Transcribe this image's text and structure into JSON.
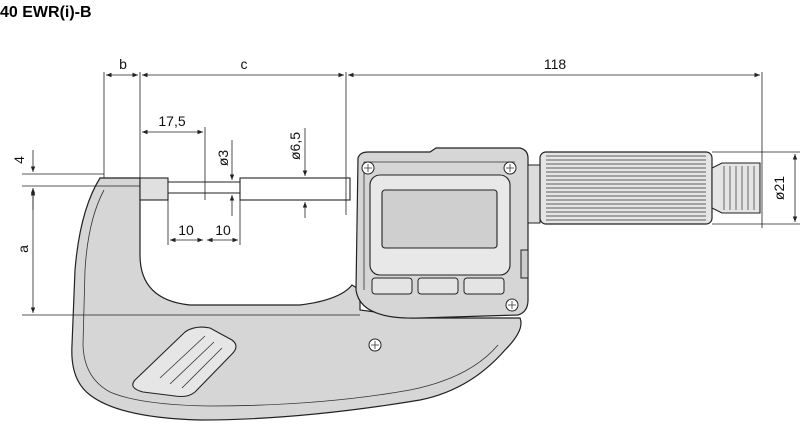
{
  "title": "40 EWR(i)-B",
  "dimensions": {
    "b": "b",
    "c": "c",
    "length_118": "118",
    "dim_17_5": "17,5",
    "dim_4": "4",
    "dia_3": "ø3",
    "dia_6_5": "ø6,5",
    "dim_10_left": "10",
    "dim_10_right": "10",
    "dim_a": "a",
    "dia_21": "ø21"
  }
}
